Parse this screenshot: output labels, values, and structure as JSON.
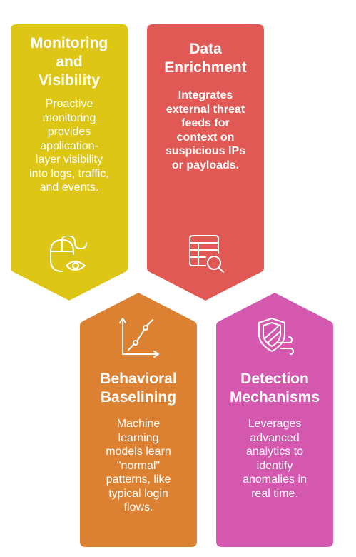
{
  "colors": {
    "monitoring": "#DDC615",
    "enrichment": "#E05955",
    "behavioral": "#DC8031",
    "detection": "#D558AF"
  },
  "cards": [
    {
      "title_lines": [
        "Monitoring",
        "and",
        "Visibility"
      ],
      "desc_lines": [
        "Proactive",
        "monitoring",
        "provides",
        "application-",
        "layer visibility",
        "into logs, traffic,",
        "and events."
      ],
      "icon": "mouse-eye-icon"
    },
    {
      "title_lines": [
        "Data",
        "Enrichment"
      ],
      "desc_lines": [
        "Integrates",
        "external threat",
        "feeds for",
        "context on",
        "suspicious IPs",
        "or payloads."
      ],
      "icon": "table-search-icon"
    },
    {
      "title_lines": [
        "Behavioral",
        "Baselining"
      ],
      "desc_lines": [
        "Machine",
        "learning",
        "models learn",
        "\"normal\"",
        "patterns, like",
        "typical login",
        "flows."
      ],
      "icon": "line-graph-icon"
    },
    {
      "title_lines": [
        "Detection",
        "Mechanisms"
      ],
      "desc_lines": [
        "Leverages",
        "advanced",
        "analytics to",
        "identify",
        "anomalies in",
        "real time."
      ],
      "icon": "shield-wind-icon"
    }
  ]
}
